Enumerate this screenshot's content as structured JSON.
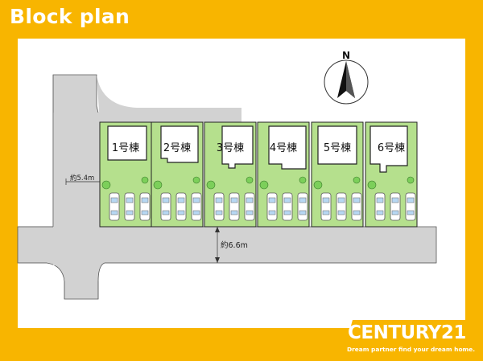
{
  "page": {
    "title": "Block plan",
    "logo_text": "CENTURY21",
    "logo_tagline": "Dream partner find your dream home.",
    "brand_color": "#f8b500"
  },
  "diagram": {
    "north_label": "N",
    "road_width_side": "約5.4m",
    "road_width_front": "約6.6m",
    "lots": [
      {
        "label": "1号棟",
        "cars": 3
      },
      {
        "label": "2号棟",
        "cars": 3
      },
      {
        "label": "3号棟",
        "cars": 3
      },
      {
        "label": "4号棟",
        "cars": 3
      },
      {
        "label": "5号棟",
        "cars": 3
      },
      {
        "label": "6号棟",
        "cars": 3
      }
    ],
    "colors": {
      "lot_green": "#b5e08d",
      "road_gray": "#d2d2d2",
      "house_fill": "#ffffff",
      "outline": "#222222"
    }
  }
}
